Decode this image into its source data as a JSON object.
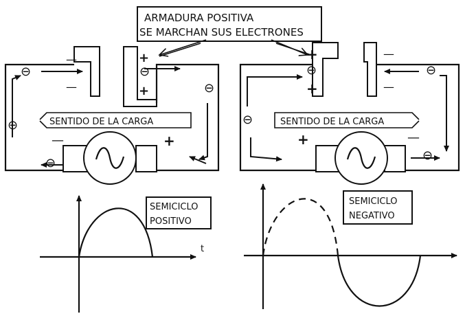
{
  "title_box": {
    "line1": "ARMADURA POSITIVA",
    "line2": "SE MARCHAN SUS ELECTRONES"
  },
  "left_circuit": {
    "charge_label": "SENTIDO DE LA CARGA",
    "plate_left_signs": [
      "—",
      "—"
    ],
    "plate_right_signs": [
      "+",
      "+"
    ],
    "minus_near_gen": "—",
    "plus_near_gen": "+",
    "electron_symbol": "⊖"
  },
  "right_circuit": {
    "charge_label": "SENTIDO DE LA CARGA",
    "plate_left_signs": [
      "+",
      "+"
    ],
    "plate_right_signs": [
      "—",
      "—"
    ],
    "plus_near_gen": "+",
    "minus_near_gen": "—",
    "electron_symbol": "⊖"
  },
  "graph_left": {
    "label_line1": "SEMICICLO",
    "label_line2": "POSITIVO",
    "axis_t": "t"
  },
  "graph_right": {
    "label_line1": "SEMICICLO",
    "label_line2": "NEGATIVO"
  }
}
